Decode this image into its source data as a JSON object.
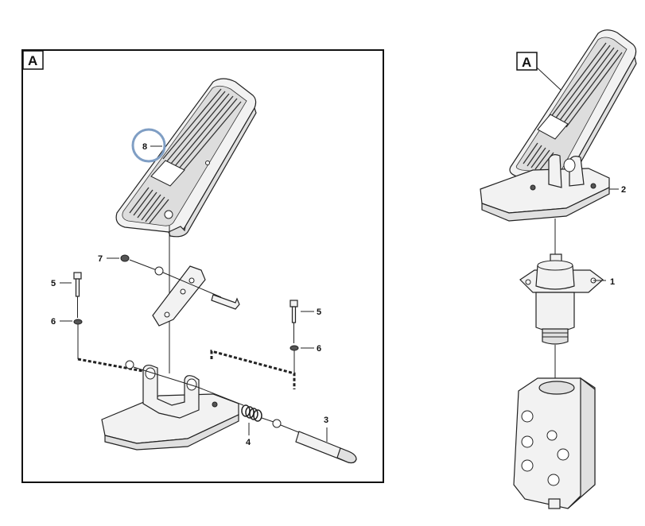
{
  "view_tag": "A",
  "callouts": {
    "c1": "1",
    "c2": "2",
    "c3": "3",
    "c4": "4",
    "c5a": "5",
    "c5b": "5",
    "c6a": "6",
    "c6b": "6",
    "c7": "7",
    "c8": "8"
  },
  "colors": {
    "highlight_circle": "#7f9ec4",
    "outline": "#222222",
    "fill": "#f2f2f2"
  }
}
